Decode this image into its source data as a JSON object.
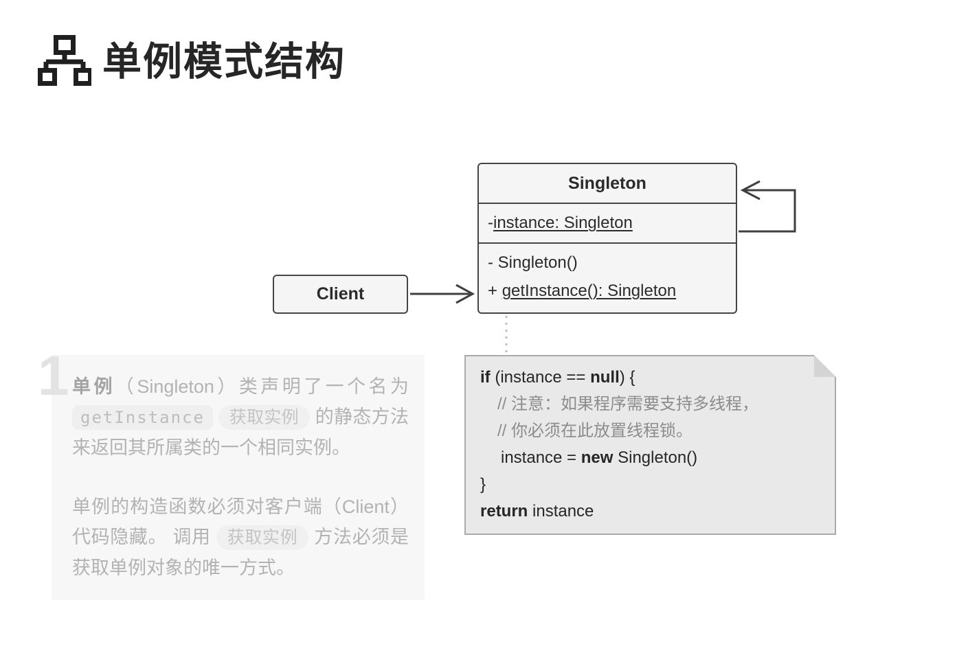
{
  "page": {
    "title": "单例模式结构",
    "title_icon": "structure-diagram-icon"
  },
  "colors": {
    "box_border": "#454545",
    "box_bg": "#f5f5f5",
    "note_bg": "#e9e9e9",
    "note_border": "#aaaaaa",
    "code_text": "#262626",
    "comment_text": "#8c8c8c",
    "dimmed_text": "#b3b3b3"
  },
  "uml": {
    "singleton": {
      "title": "Singleton",
      "field_prefix": "- ",
      "field_text": "instance: Singleton",
      "method1_prefix": "- ",
      "method1_text": "Singleton()",
      "method2_prefix": "+ ",
      "method2_text": "getInstance(): Singleton"
    },
    "client": {
      "title": "Client"
    }
  },
  "note": {
    "line1_kw": "if",
    "line1_mid": " (instance == ",
    "line1_kw2": "null",
    "line1_end": ") {",
    "line2": "// 注意：如果程序需要支持多线程，",
    "line3": "// 你必须在此放置线程锁。",
    "line4_a": "instance = ",
    "line4_kw": "new",
    "line4_b": " Singleton()",
    "line5": "}",
    "line6_kw": "return",
    "line6_rest": " instance"
  },
  "annotation": {
    "number": "1",
    "p1_bold": "单例",
    "p1_a": "（Singleton）类声明了一个名为 ",
    "p1_code_pill": "getInstance",
    "p1_zh_pill": "获取实例",
    "p1_b": " 的静态方法来返回其所属类的一个相同实例。",
    "p2_a": "单例的构造函数必须对客户端（Client）代码隐藏。 调用 ",
    "p2_zh_pill": "获取实例",
    "p2_b": " 方法必须是获取单例对象的唯一方式。"
  }
}
